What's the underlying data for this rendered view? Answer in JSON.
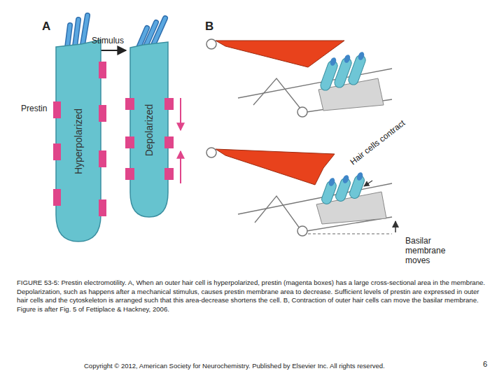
{
  "diagram": {
    "caption": "FIGURE 53-5: Prestin electromotility. A, When an outer hair cell is hyperpolarized, prestin (magenta boxes) has a large cross-sectional area in the membrane. Depolarization, such as happens after a mechanical stimulus, causes prestin membrane area to decrease. Sufficient levels of prestin are expressed in outer hair cells and the cytoskeleton is arranged such that this area-decrease shortens the cell. B, Contraction of outer hair cells can move the basilar membrane. Figure is after Fig. 5 of Fettiplace & Hackney, 2006.",
    "nodes": [
      {
        "text": [
          "Hyperpolarized"
        ]
      },
      {
        "text": [
          "Depolarized"
        ]
      }
    ],
    "labels": [
      "A",
      "Stimulus",
      "Prestin",
      "B",
      "Hair cells contract",
      "Basilar membrane moves",
      "Copyright © 2012, American Society for Neurochemistry. Published by Elsevier Inc. All rights reserved.",
      "6"
    ]
  }
}
